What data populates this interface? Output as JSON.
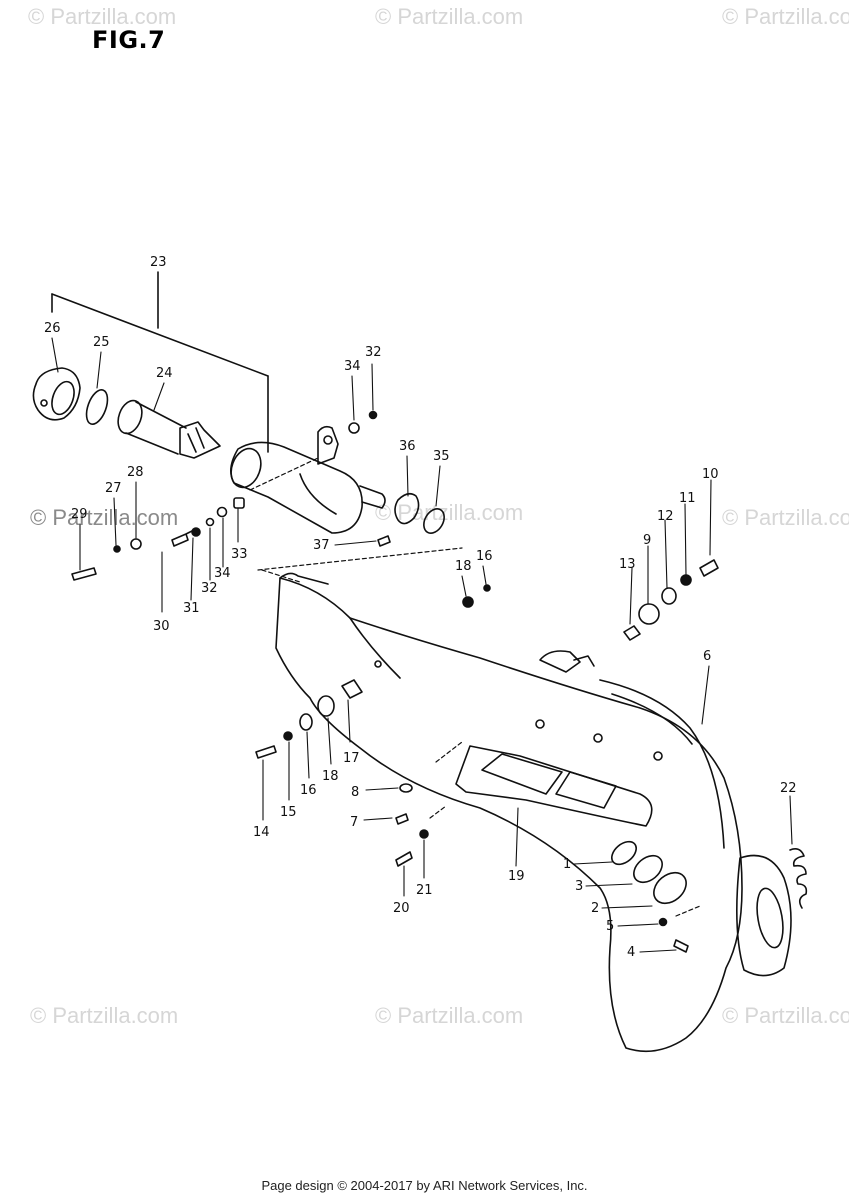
{
  "figure": {
    "title": "FIG.7"
  },
  "watermark": {
    "text": "© Partzilla.com"
  },
  "footer": {
    "text": "Page design © 2004-2017 by ARI Network Services, Inc."
  },
  "callouts": {
    "n1": "1",
    "n2": "2",
    "n3": "3",
    "n4": "4",
    "n5": "5",
    "n6": "6",
    "n7": "7",
    "n8": "8",
    "n9": "9",
    "n10": "10",
    "n11": "11",
    "n12": "12",
    "n13": "13",
    "n14": "14",
    "n15": "15",
    "n16a": "16",
    "n16b": "16",
    "n17": "17",
    "n18a": "18",
    "n18b": "18",
    "n19": "19",
    "n20": "20",
    "n21": "21",
    "n22": "22",
    "n23": "23",
    "n24": "24",
    "n25": "25",
    "n26": "26",
    "n27": "27",
    "n28": "28",
    "n29": "29",
    "n30": "30",
    "n31": "31",
    "n32a": "32",
    "n32b": "32",
    "n33": "33",
    "n34a": "34",
    "n34b": "34",
    "n35": "35",
    "n36": "36",
    "n37": "37"
  },
  "colors": {
    "ink": "#111111",
    "watermark": "#d6d6d6"
  }
}
